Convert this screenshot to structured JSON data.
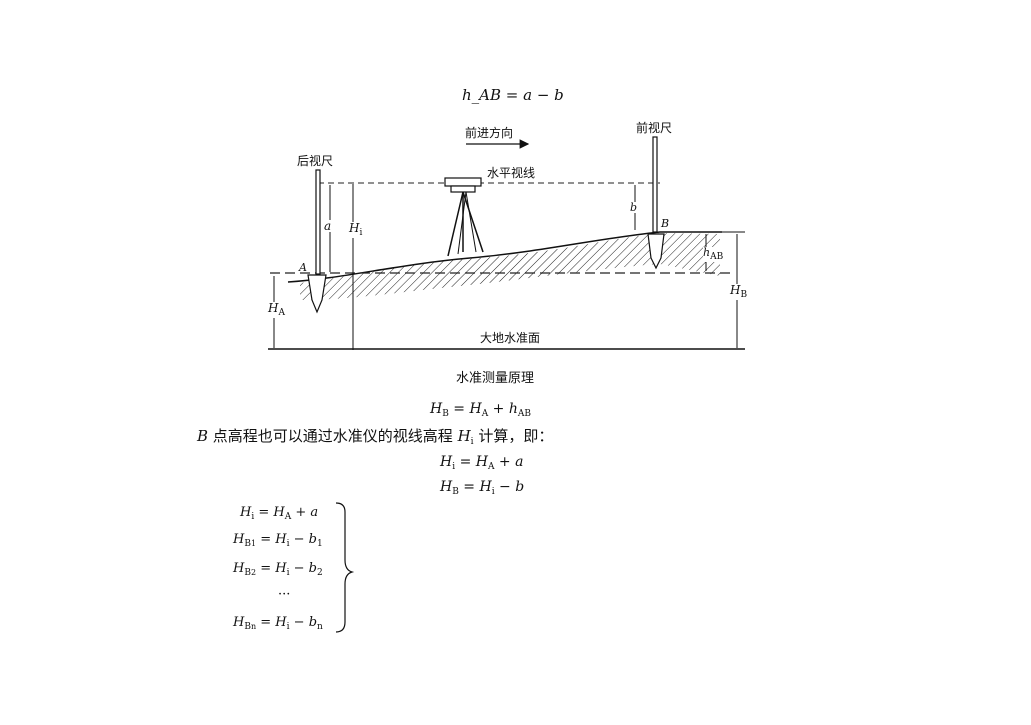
{
  "diagram": {
    "top_formula": "h_AB = a − b",
    "direction_label": "前进方向",
    "back_staff_label": "后视尺",
    "front_staff_label": "前视尺",
    "horizontal_line_label": "水平视线",
    "datum_label": "大地水准面",
    "caption": "水准测量原理",
    "point_a": "A",
    "point_b": "B",
    "reading_a": "a",
    "reading_b": "b",
    "height_hi": "H",
    "height_hi_sub": "i",
    "height_ha": "H",
    "height_ha_sub": "A",
    "height_hb": "H",
    "height_hb_sub": "B",
    "diff_hab": "h",
    "diff_hab_sub": "AB"
  },
  "text": {
    "f1": {
      "lhs": "H",
      "lhs_sub": "B",
      "rhs": "= H",
      "rhs_sub": "A",
      "rest": "+ h",
      "rest_sub": "AB"
    },
    "sentence": {
      "pre": "B",
      "mid": " 点高程也可以通过水准仪的视线高程 ",
      "var": "H",
      "var_sub": "i",
      "post": " 计算，即："
    },
    "f2": {
      "lhs": "H",
      "lhs_sub": "i",
      "rhs": "= H",
      "rhs_sub": "A",
      "rest": "+ a"
    },
    "f3": {
      "lhs": "H",
      "lhs_sub": "B",
      "rhs": "= H",
      "rhs_sub": "i",
      "rest": "− b"
    }
  },
  "system": [
    {
      "lhs": "H",
      "lhs_sub": "i",
      "lhs_sub2": "",
      "rhs": "= H",
      "rhs_sub": "A",
      "rest": "+ a",
      "rest_sub": ""
    },
    {
      "lhs": "H",
      "lhs_sub": "B",
      "lhs_sub2": "1",
      "rhs": "= H",
      "rhs_sub": "i",
      "rest": "− b",
      "rest_sub": "1"
    },
    {
      "lhs": "H",
      "lhs_sub": "B",
      "lhs_sub2": "2",
      "rhs": "= H",
      "rhs_sub": "i",
      "rest": "− b",
      "rest_sub": "2"
    },
    {
      "lhs": "",
      "lhs_sub": "",
      "lhs_sub2": "",
      "rhs": "···",
      "rhs_sub": "",
      "rest": "",
      "rest_sub": ""
    },
    {
      "lhs": "H",
      "lhs_sub": "B",
      "lhs_sub2": "n",
      "rhs": "= H",
      "rhs_sub": "i",
      "rest": "− b",
      "rest_sub": "n"
    }
  ]
}
